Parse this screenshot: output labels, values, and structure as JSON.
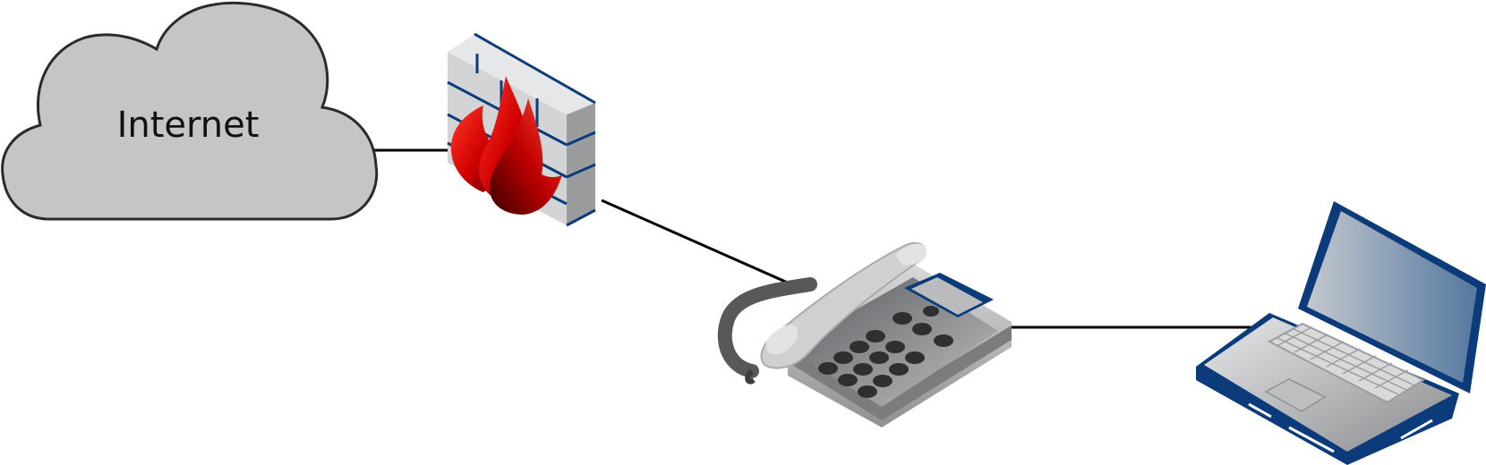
{
  "diagram": {
    "nodes": [
      {
        "id": "internet",
        "type": "cloud",
        "label": "Internet"
      },
      {
        "id": "firewall",
        "type": "firewall-icon"
      },
      {
        "id": "ip-phone",
        "type": "ip-phone-icon"
      },
      {
        "id": "laptop",
        "type": "laptop-icon"
      }
    ],
    "links": [
      {
        "from": "internet",
        "to": "firewall"
      },
      {
        "from": "firewall",
        "to": "ip-phone"
      },
      {
        "from": "ip-phone",
        "to": "laptop"
      }
    ]
  },
  "colors": {
    "cloud_fill": "#c4c5c7",
    "cloud_stroke": "#2b2b2b",
    "link": "#000000",
    "firewall_brick": "#d3d4d6",
    "firewall_mortar": "#0b3b7a",
    "flame": "#d10000",
    "phone_body": "#a9abad",
    "phone_dark": "#3c3c3e",
    "laptop_frame": "#0b3b7a",
    "laptop_screen": "#5f7fa8"
  }
}
